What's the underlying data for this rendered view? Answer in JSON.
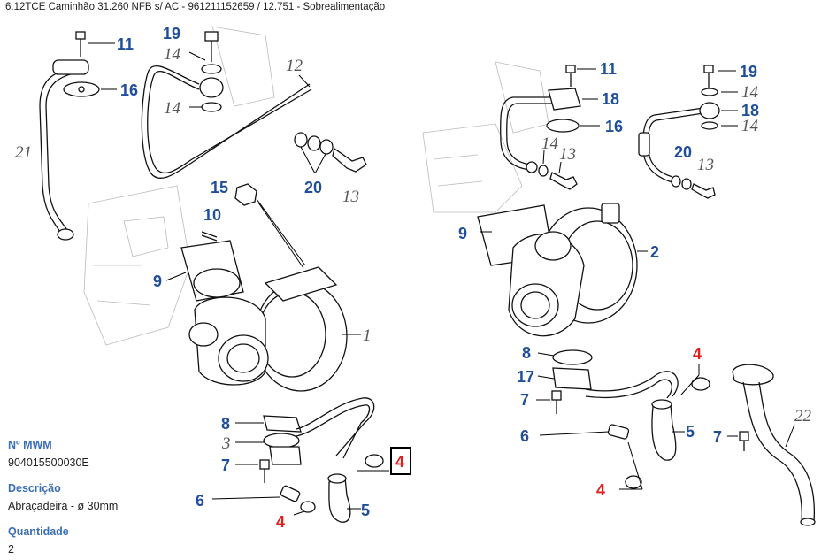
{
  "title": "6.12TCE Caminhão 31.260 NFB s/ AC - 961211152659  /  12.751 - Sobrealimentação",
  "callouts": {
    "c11a": "11",
    "c19a": "19",
    "c14a": "14",
    "c14b": "14",
    "c16a": "16",
    "c12": "12",
    "c21": "21",
    "c15": "15",
    "c10": "10",
    "c20a": "20",
    "c13a": "13",
    "c9a": "9",
    "c1": "1",
    "c8a": "8",
    "c3": "3",
    "c7a": "7",
    "c6a": "6",
    "c4a": "4",
    "c4b": "4",
    "c5a": "5",
    "c11b": "11",
    "c18a": "18",
    "c16b": "16",
    "c14c": "14",
    "c13b": "13",
    "c19b": "19",
    "c14d": "14",
    "c18b": "18",
    "c14e": "14",
    "c20b": "20",
    "c13c": "13",
    "c9b": "9",
    "c2": "2",
    "c8b": "8",
    "c17": "17",
    "c7b": "7",
    "c6b": "6",
    "c4c": "4",
    "c4d": "4",
    "c5b": "5",
    "c7c": "7",
    "c22": "22"
  },
  "info": {
    "mwm_label": "Nº MWM",
    "mwm_value": "904015500030E",
    "desc_label": "Descrição",
    "desc_value": "Abraçadeira - ø 30mm",
    "qty_label": "Quantidade",
    "qty_value": "2"
  },
  "colors": {
    "blue": "#1f4e9a",
    "red": "#e0201f",
    "gray": "#555555",
    "info_heading": "#3b6fb6"
  }
}
